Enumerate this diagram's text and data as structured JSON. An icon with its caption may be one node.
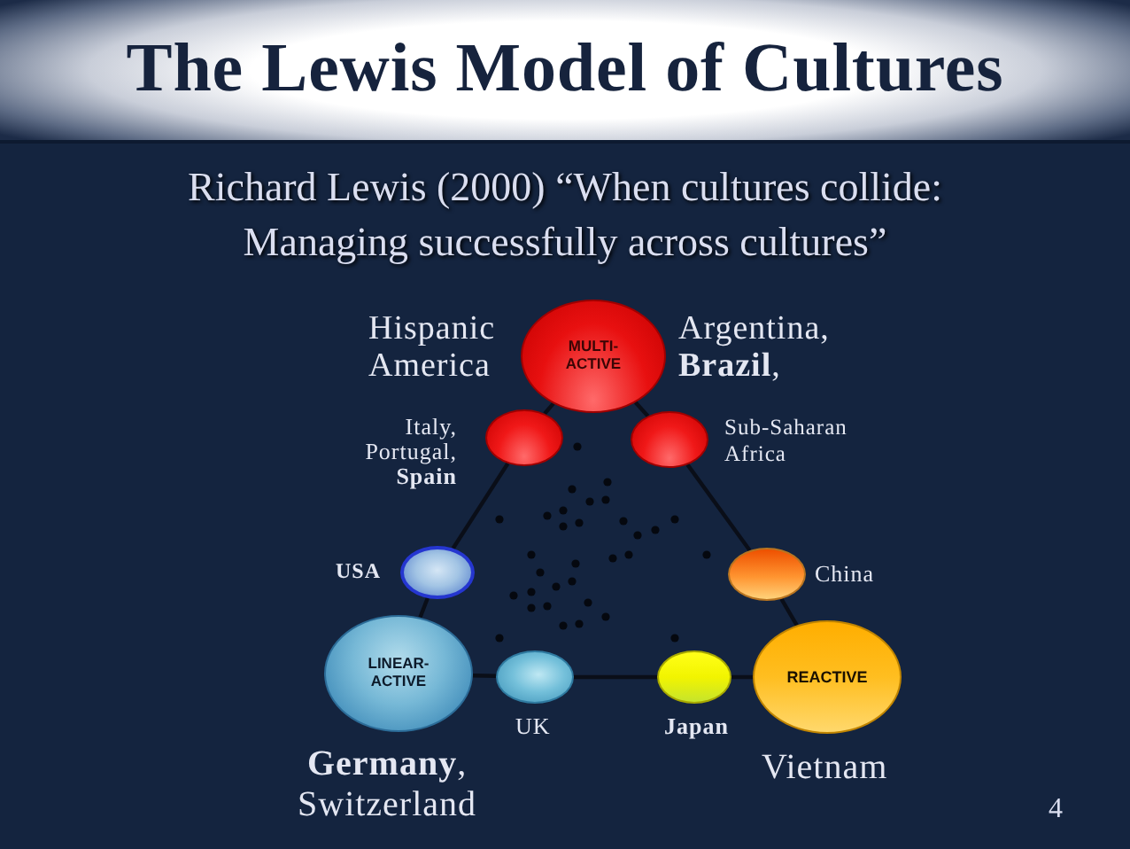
{
  "diagram": {
    "title": "The Lewis Model of Cultures",
    "nodes": [
      {
        "text": [
          "MULTI- ACTIVE"
        ],
        "beside": [
          "Hispanic America",
          "Argentina, **Brazil**,"
        ]
      },
      {
        "text": [],
        "shape": "circle",
        "beside": [
          "Italy, Portugal, **Spain**"
        ]
      },
      {
        "text": [],
        "shape": "circle",
        "beside": [
          "Sub-Saharan Africa"
        ]
      },
      {
        "text": [],
        "shape": "circle",
        "beside": [
          "USA"
        ]
      },
      {
        "text": [],
        "shape": "circle",
        "beside": [
          "China"
        ]
      },
      {
        "text": [
          "LINEAR- ACTIVE"
        ],
        "beside": [
          "**Germany**, Switzerland"
        ]
      },
      {
        "text": [],
        "shape": "circle",
        "beside": [
          "UK"
        ]
      },
      {
        "text": [],
        "shape": "circle",
        "beside": [
          "Japan"
        ]
      },
      {
        "text": [
          "REACTIVE"
        ],
        "beside": [
          "Vietnam"
        ]
      }
    ],
    "edges": [
      {
        "from": 0,
        "to": 1,
        "arrow": "none"
      },
      {
        "from": 1,
        "to": 3,
        "arrow": "none"
      },
      {
        "from": 3,
        "to": 5,
        "arrow": "none"
      },
      {
        "from": 5,
        "to": 6,
        "arrow": "none"
      },
      {
        "from": 6,
        "to": 7,
        "arrow": "none"
      },
      {
        "from": 7,
        "to": 8,
        "arrow": "none"
      },
      {
        "from": 8,
        "to": 4,
        "arrow": "none"
      },
      {
        "from": 4,
        "to": 2,
        "arrow": "none"
      },
      {
        "from": 2,
        "to": 0,
        "arrow": "none"
      }
    ],
    "labels": [
      "Richard Lewis (2000) “When cultures collide: Managing successfully across cultures”",
      "4"
    ]
  }
}
